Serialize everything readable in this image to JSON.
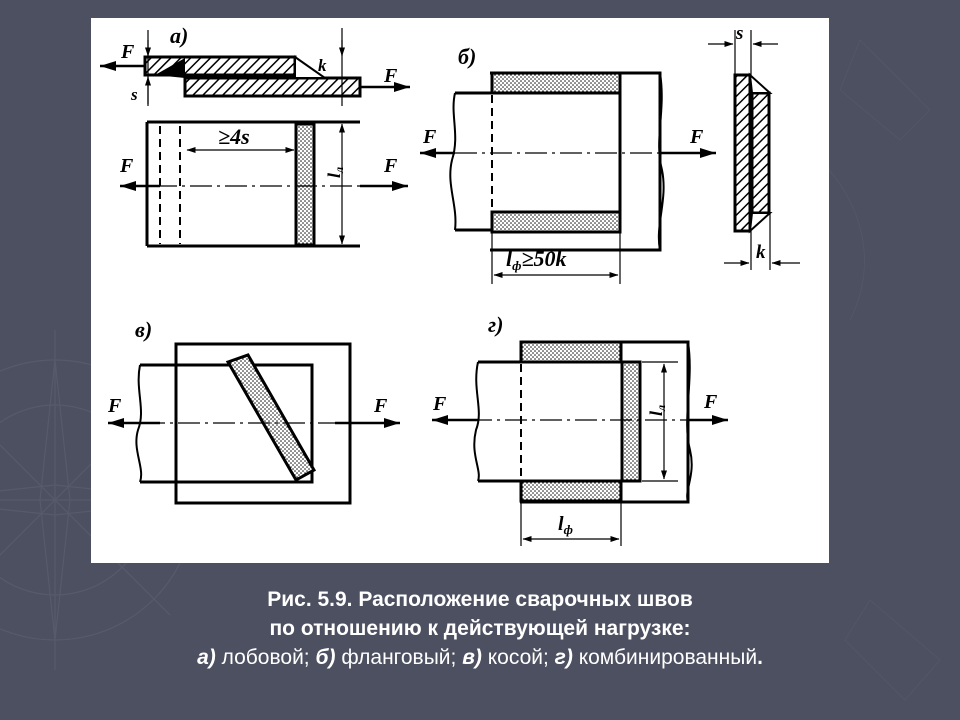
{
  "figure": {
    "force_label": "F",
    "thickness_label": "s",
    "leg_label": "k",
    "frontal_length_label": "l",
    "frontal_length_sub": "л",
    "flank_length_label": "l",
    "flank_length_sub": "ф",
    "overlap_rule_op": "≥",
    "overlap_rule_value": "4s",
    "flank_rule_op": "≥",
    "flank_rule_value": "50k",
    "panel_a_letter": "а)",
    "panel_b_letter": "б)",
    "panel_v_letter": "в)",
    "panel_g_letter": "г)"
  },
  "caption": {
    "line1": "Рис. 5.9. Расположение сварочных швов",
    "line2": "по отношению к действующей нагрузке:",
    "a_letter": "а)",
    "a_text": " лобовой; ",
    "b_letter": "б)",
    "b_text": " фланговый; ",
    "v_letter": "в)",
    "v_text": " косой; ",
    "g_letter": "г)",
    "g_text": " комбинированный",
    "end": "."
  }
}
